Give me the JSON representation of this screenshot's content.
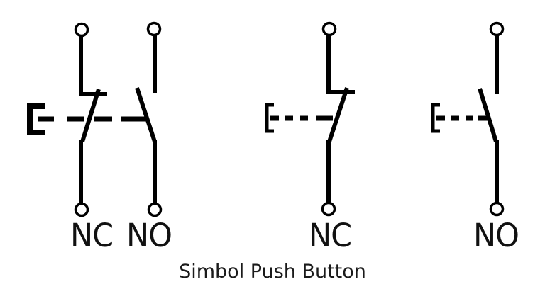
{
  "caption": "Simbol Push Button",
  "colors": {
    "stroke": "#000000",
    "background": "#ffffff",
    "text": "#111111"
  },
  "symbols": [
    {
      "name": "push-button-nc-no",
      "labels": [
        "NC",
        "NO"
      ],
      "contacts": [
        "normally-closed",
        "normally-open"
      ]
    },
    {
      "name": "push-button-nc",
      "labels": [
        "NC"
      ],
      "contacts": [
        "normally-closed"
      ]
    },
    {
      "name": "push-button-no",
      "labels": [
        "NO"
      ],
      "contacts": [
        "normally-open"
      ]
    }
  ]
}
